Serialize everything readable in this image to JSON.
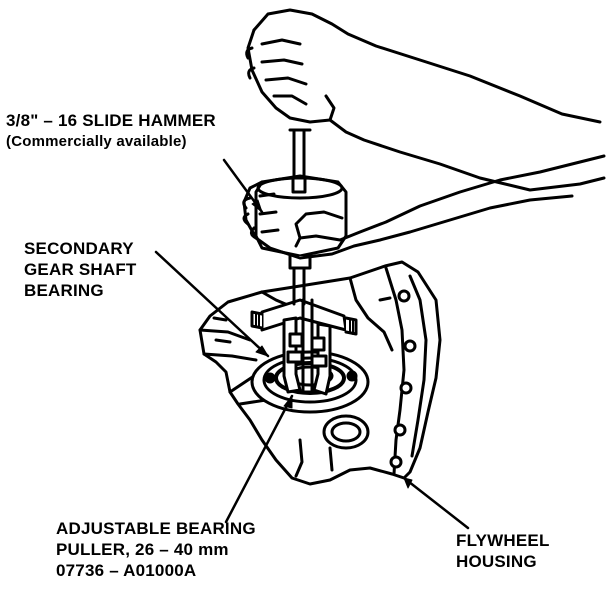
{
  "labels": {
    "slide_hammer": {
      "line1": "3/8\" – 16 SLIDE HAMMER",
      "line2": "(Commercially available)"
    },
    "bearing": {
      "line1": "SECONDARY",
      "line2": "GEAR SHAFT",
      "line3": "BEARING"
    },
    "puller": {
      "line1": "ADJUSTABLE BEARING",
      "line2": "PULLER, 26 – 40 mm",
      "line3": "07736 – A01000A"
    },
    "housing": {
      "line1": "FLYWHEEL",
      "line2": "HOUSING"
    }
  },
  "colors": {
    "ink": "#000000",
    "paper": "#ffffff"
  }
}
